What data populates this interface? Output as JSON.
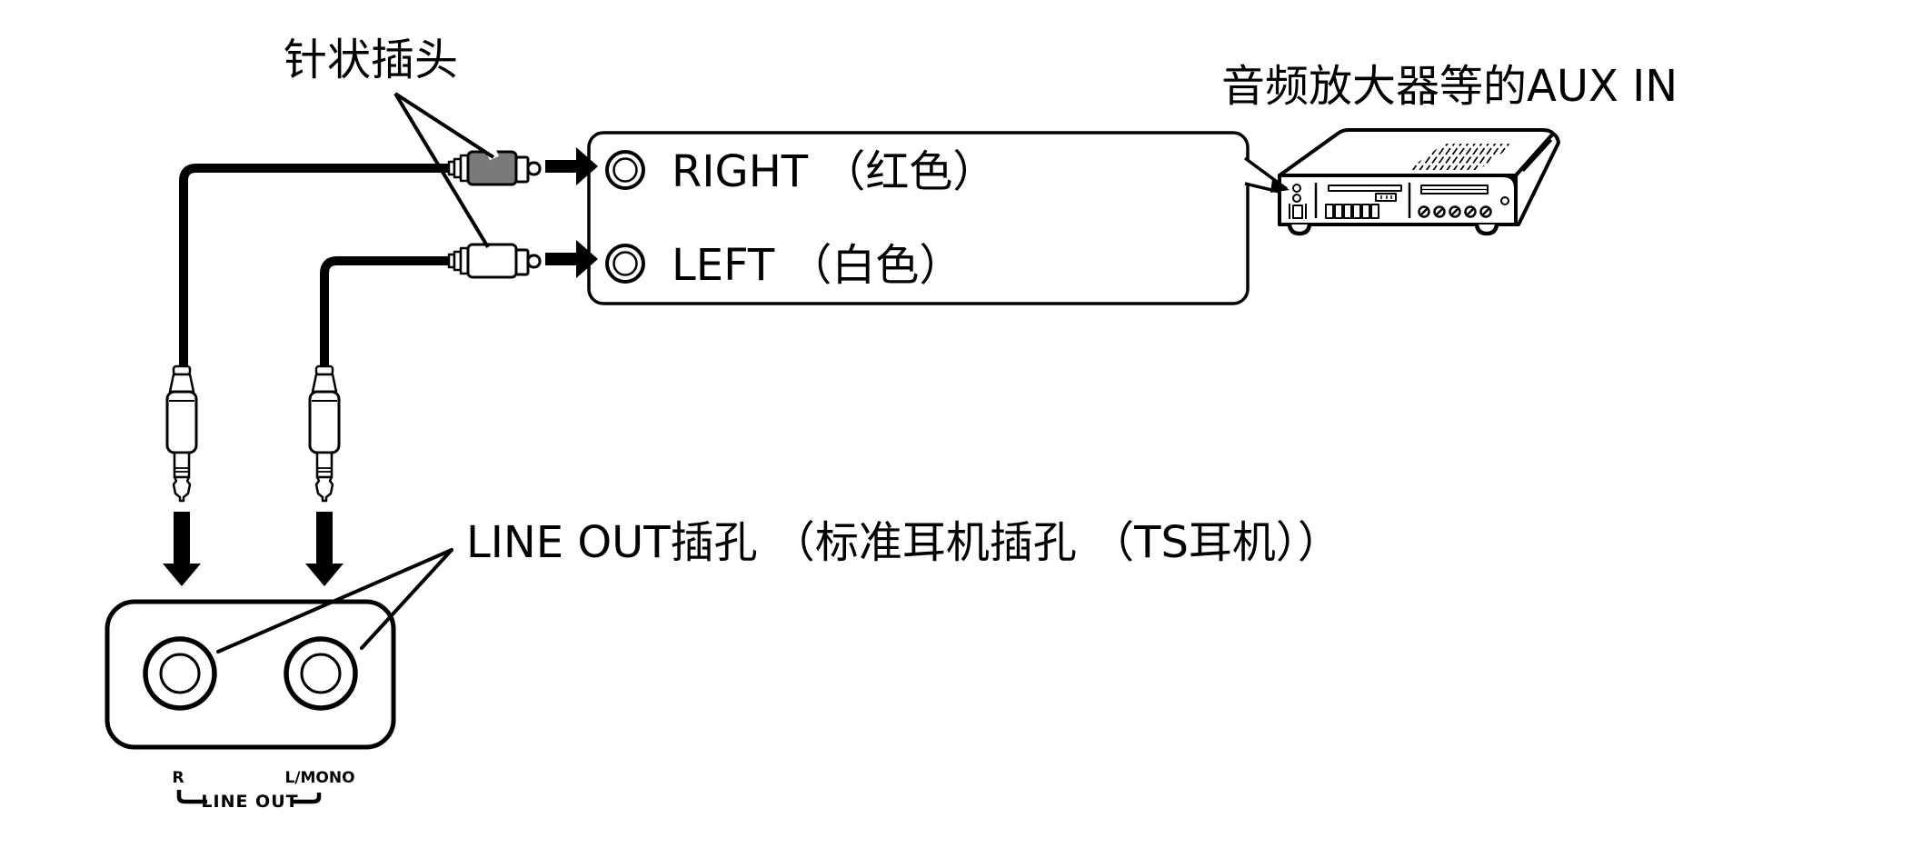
{
  "labels": {
    "pin_plug": "针状插头",
    "aux_in": "音频放大器等的AUX IN",
    "line_out": "LINE OUT插孔 （标准耳机插孔 （TS耳机））"
  },
  "jack_box": {
    "right": "RIGHT （红色）",
    "left": "LEFT （白色）"
  },
  "panel": {
    "right_jack": "R",
    "left_jack": "L/MONO",
    "group": "LINE OUT"
  },
  "colors": {
    "line": "#000000",
    "red_pin_plug_body": "#7a7a7a",
    "white_pin_plug_body": "#ffffff",
    "background": "#ffffff"
  }
}
